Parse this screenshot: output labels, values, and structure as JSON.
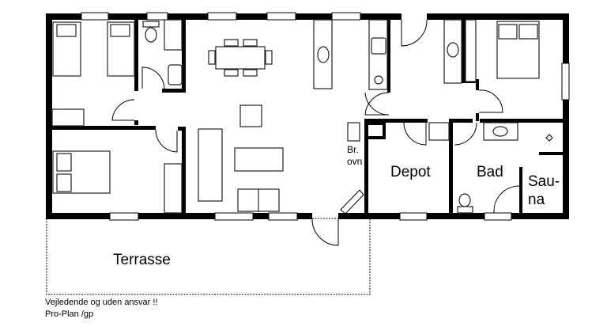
{
  "plan": {
    "rooms": [
      {
        "id": "depot",
        "label": "Depot"
      },
      {
        "id": "bad",
        "label": "Bad"
      },
      {
        "id": "sauna",
        "label_line1": "Sau-",
        "label_line2": "na"
      },
      {
        "id": "terrasse",
        "label": "Terrasse"
      }
    ],
    "fixtures": {
      "stove_label_line1": "Br.",
      "stove_label_line2": "ovn"
    },
    "footer": {
      "disclaimer": "Vejledende og uden ansvar !!",
      "credit": "Pro-Plan /gp"
    },
    "colors": {
      "wall": "#000000",
      "background": "#ffffff",
      "line": "#222222"
    }
  }
}
